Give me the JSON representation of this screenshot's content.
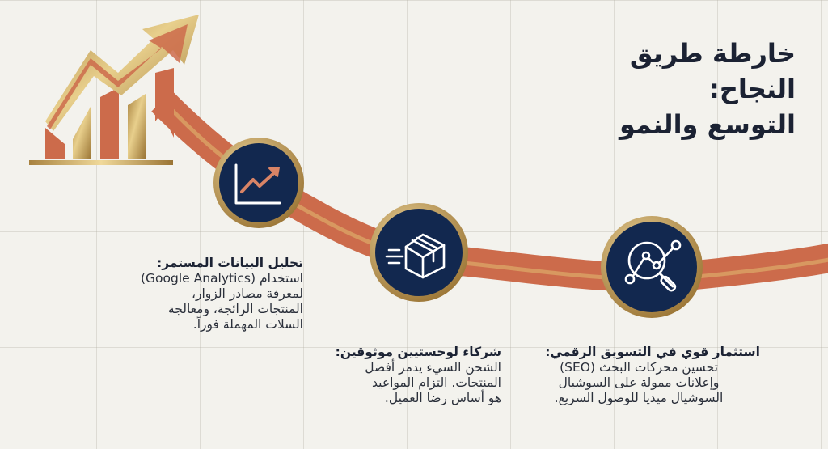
{
  "title": {
    "line1": "خارطة طريق النجاح:",
    "line2": "التوسع والنمو"
  },
  "colors": {
    "background": "#f3f2ed",
    "navy": "#12284f",
    "copper": "#cc6b4b",
    "gold": "#c9a464",
    "text": "#1b2233"
  },
  "steps": [
    {
      "icon": "line-chart-growth-icon",
      "heading": "تحليل البيانات المستمر:",
      "lines": [
        "استخدام (Google Analytics)",
        "لمعرفة مصادر الزوار،",
        "المنتجات الرائجة، ومعالجة",
        "السلات المهملة فوراً."
      ]
    },
    {
      "icon": "shipping-box-icon",
      "heading": "شركاء لوجستيين موثوقين:",
      "lines": [
        "الشحن السيء يدمر أفضل",
        "المنتجات. التزام المواعيد",
        "هو أساس رضا العميل."
      ]
    },
    {
      "icon": "search-analytics-icon",
      "heading": "استثمار قوي في التسويق الرقمي:",
      "lines": [
        "تحسين محركات البحث (SEO)",
        "وإعلانات ممولة على السوشيال",
        "السوشيال ميديا للوصول السريع."
      ]
    }
  ]
}
